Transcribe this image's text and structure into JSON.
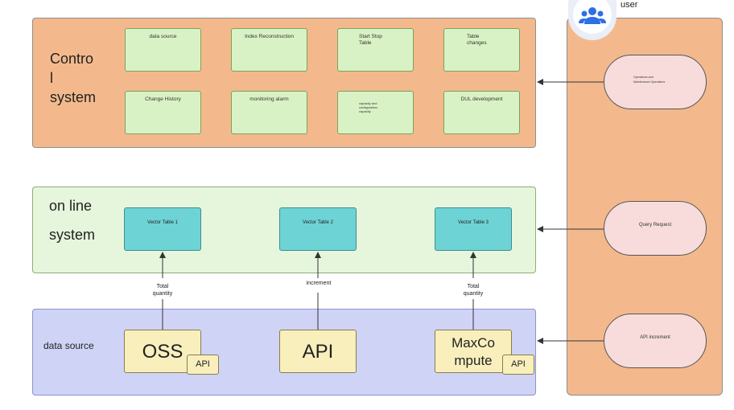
{
  "control": {
    "title": "Contro\nl\nsystem",
    "boxes": [
      "data source",
      "Index Reconstruction",
      "Start Stop\nTable",
      "Table\nchanges",
      "Change History",
      "monitoring alarm",
      "capacity and\nconfiguration\ncapacity",
      "DUL development"
    ]
  },
  "online": {
    "title": "on line\n\nsystem",
    "tables": [
      "Vector Table 1",
      "Vector Table 2",
      "Vector Table 3"
    ]
  },
  "datasource": {
    "title": "data source",
    "boxes": [
      "OSS",
      "API",
      "MaxCo\nmpute"
    ],
    "api_badge": "API"
  },
  "links": {
    "left": "Total\nquantity",
    "middle": "increment",
    "right": "Total\nquantity"
  },
  "user": {
    "label": "user",
    "requests": [
      "Operations and\nMaintenance Operations",
      "Query Request",
      "API increment"
    ]
  },
  "colors": {
    "control_bg": "#f3b98c",
    "online_bg": "#e6f6dc",
    "datasource_bg": "#cfd3f6",
    "vector_box": "#6ed3d5",
    "source_box": "#f8efbd",
    "request_pill": "#f8dcdc",
    "avatar_blue": "#2f6fe4"
  },
  "icons": [
    "users-icon"
  ]
}
